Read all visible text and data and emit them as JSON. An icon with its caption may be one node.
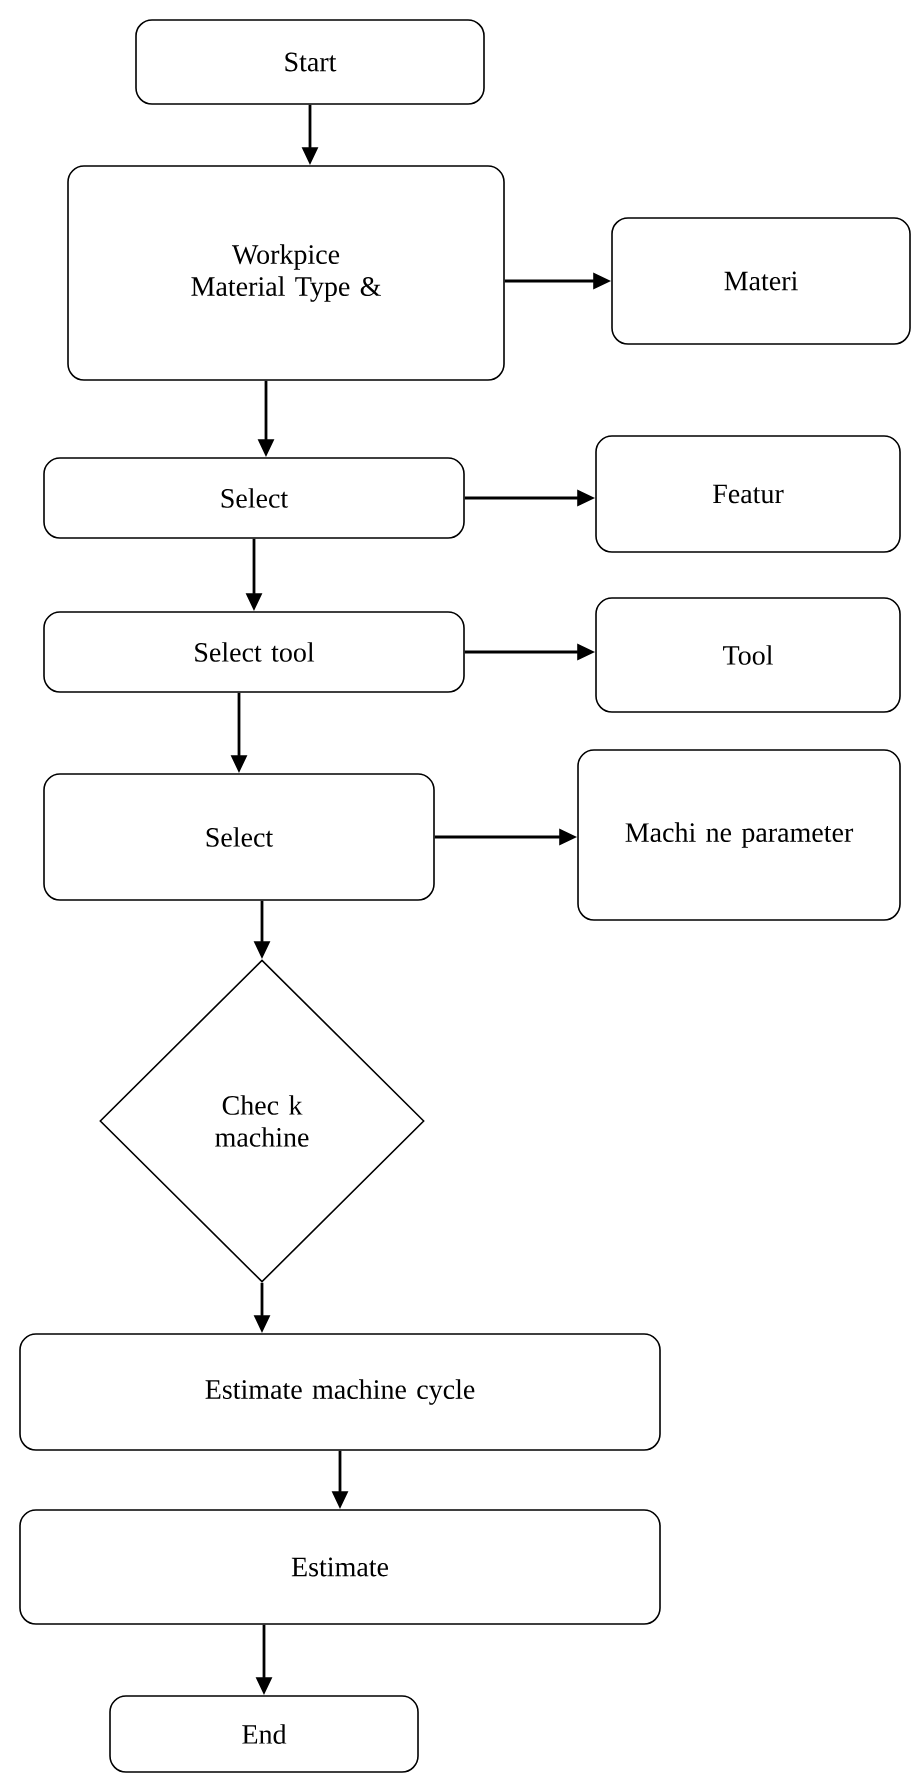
{
  "diagram": {
    "nodes": [
      {
        "text": [
          "Start"
        ]
      },
      {
        "text": [
          "Workpice Material Type &"
        ]
      },
      {
        "text": [
          "Materi"
        ]
      },
      {
        "text": [
          "Select"
        ]
      },
      {
        "text": [
          "Featur"
        ]
      },
      {
        "text": [
          "Select tool"
        ]
      },
      {
        "text": [
          "Tool"
        ]
      },
      {
        "text": [
          "Select"
        ]
      },
      {
        "text": [
          "Machi ne parameter"
        ]
      },
      {
        "text": [
          "Chec k machine"
        ]
      },
      {
        "text": [
          "Estimate machine cycle"
        ]
      },
      {
        "text": [
          "Estimate"
        ]
      },
      {
        "text": [
          "End"
        ]
      }
    ],
    "edges": [
      {
        "from": 0,
        "to": 1,
        "arrow": "to"
      },
      {
        "from": 1,
        "to": 2,
        "arrow": "to"
      },
      {
        "from": 1,
        "to": 3,
        "arrow": "to"
      },
      {
        "from": 3,
        "to": 4,
        "arrow": "to"
      },
      {
        "from": 3,
        "to": 5,
        "arrow": "to"
      },
      {
        "from": 5,
        "to": 6,
        "arrow": "to"
      },
      {
        "from": 5,
        "to": 7,
        "arrow": "to"
      },
      {
        "from": 7,
        "to": 8,
        "arrow": "to"
      },
      {
        "from": 7,
        "to": 9,
        "arrow": "to"
      },
      {
        "from": 9,
        "to": 10,
        "arrow": "to"
      },
      {
        "from": 10,
        "to": 11,
        "arrow": "to"
      },
      {
        "from": 11,
        "to": 12,
        "arrow": "to"
      }
    ]
  }
}
